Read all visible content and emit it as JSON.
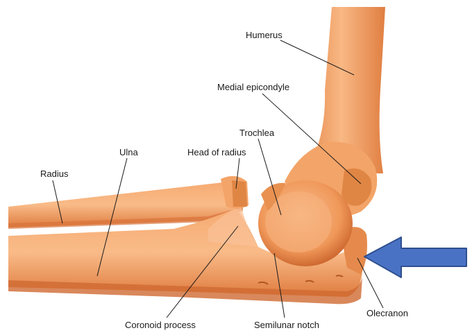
{
  "labels": {
    "humerus": "Humerus",
    "medial_epicondyle": "Medial epicondyle",
    "trochlea": "Trochlea",
    "ulna": "Ulna",
    "head_of_radius": "Head of radius",
    "radius": "Radius",
    "coronoid_process": "Coronoid process",
    "semilunar_notch": "Semilunar notch",
    "olecranon": "Olecranon"
  },
  "colors": {
    "bone_light": "#f8b07a",
    "bone_mid": "#f09a5e",
    "bone_dark": "#d9733a",
    "bone_shadow": "#c45e2a",
    "arrow_fill": "#4a72c4",
    "arrow_stroke": "#2f4f8f",
    "leader": "#1a1a1a"
  },
  "icons": {
    "pointer": "arrow-left-icon"
  }
}
